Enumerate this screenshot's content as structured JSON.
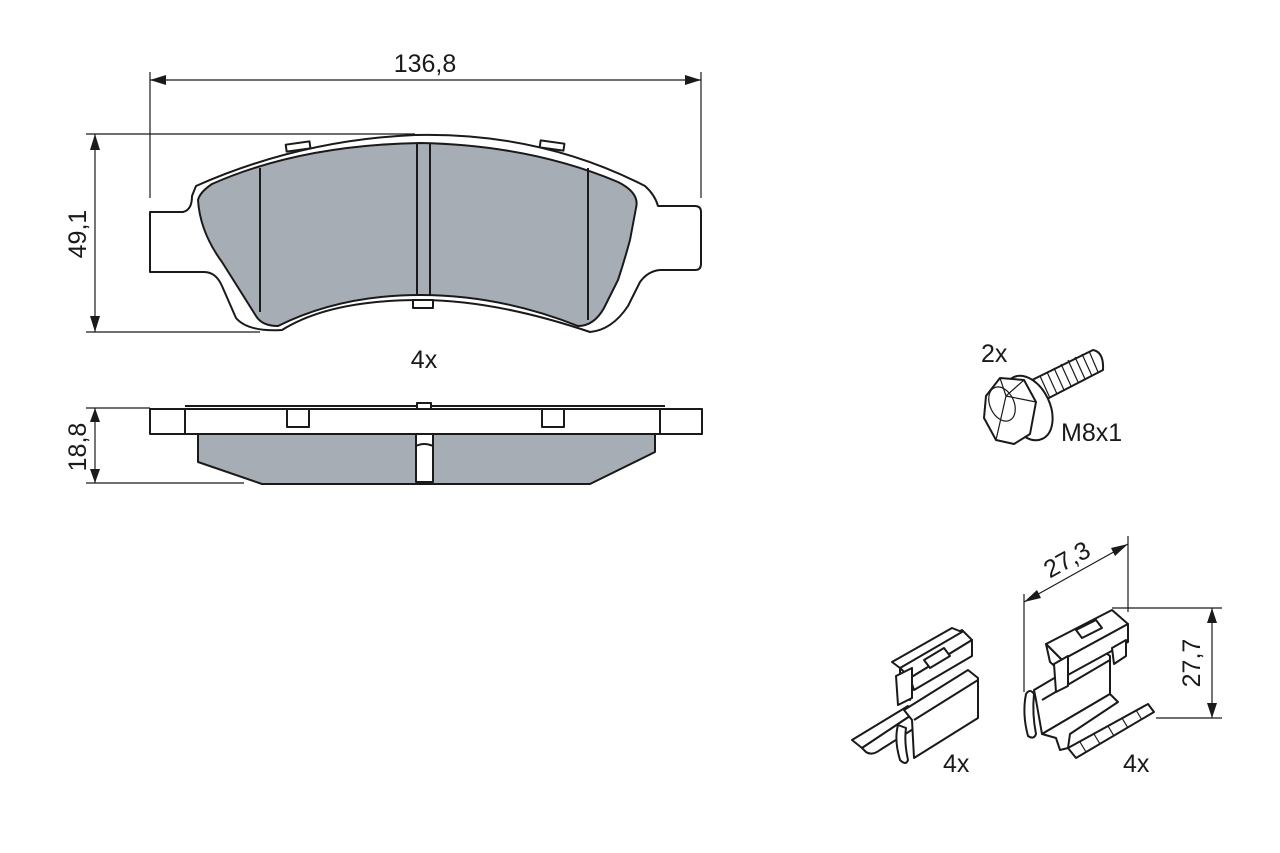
{
  "dimensions": {
    "pad_width": "136,8",
    "pad_height": "49,1",
    "pad_thickness": "18,8",
    "clip_width": "27,3",
    "clip_height": "27,7"
  },
  "quantities": {
    "pads": "4x",
    "bolts": "2x",
    "clip_a": "4x",
    "clip_b": "4x"
  },
  "bolt_thread": "M8x1",
  "colors": {
    "friction_material": "#a7adb4",
    "line": "#1a1a1a",
    "background": "#ffffff"
  }
}
